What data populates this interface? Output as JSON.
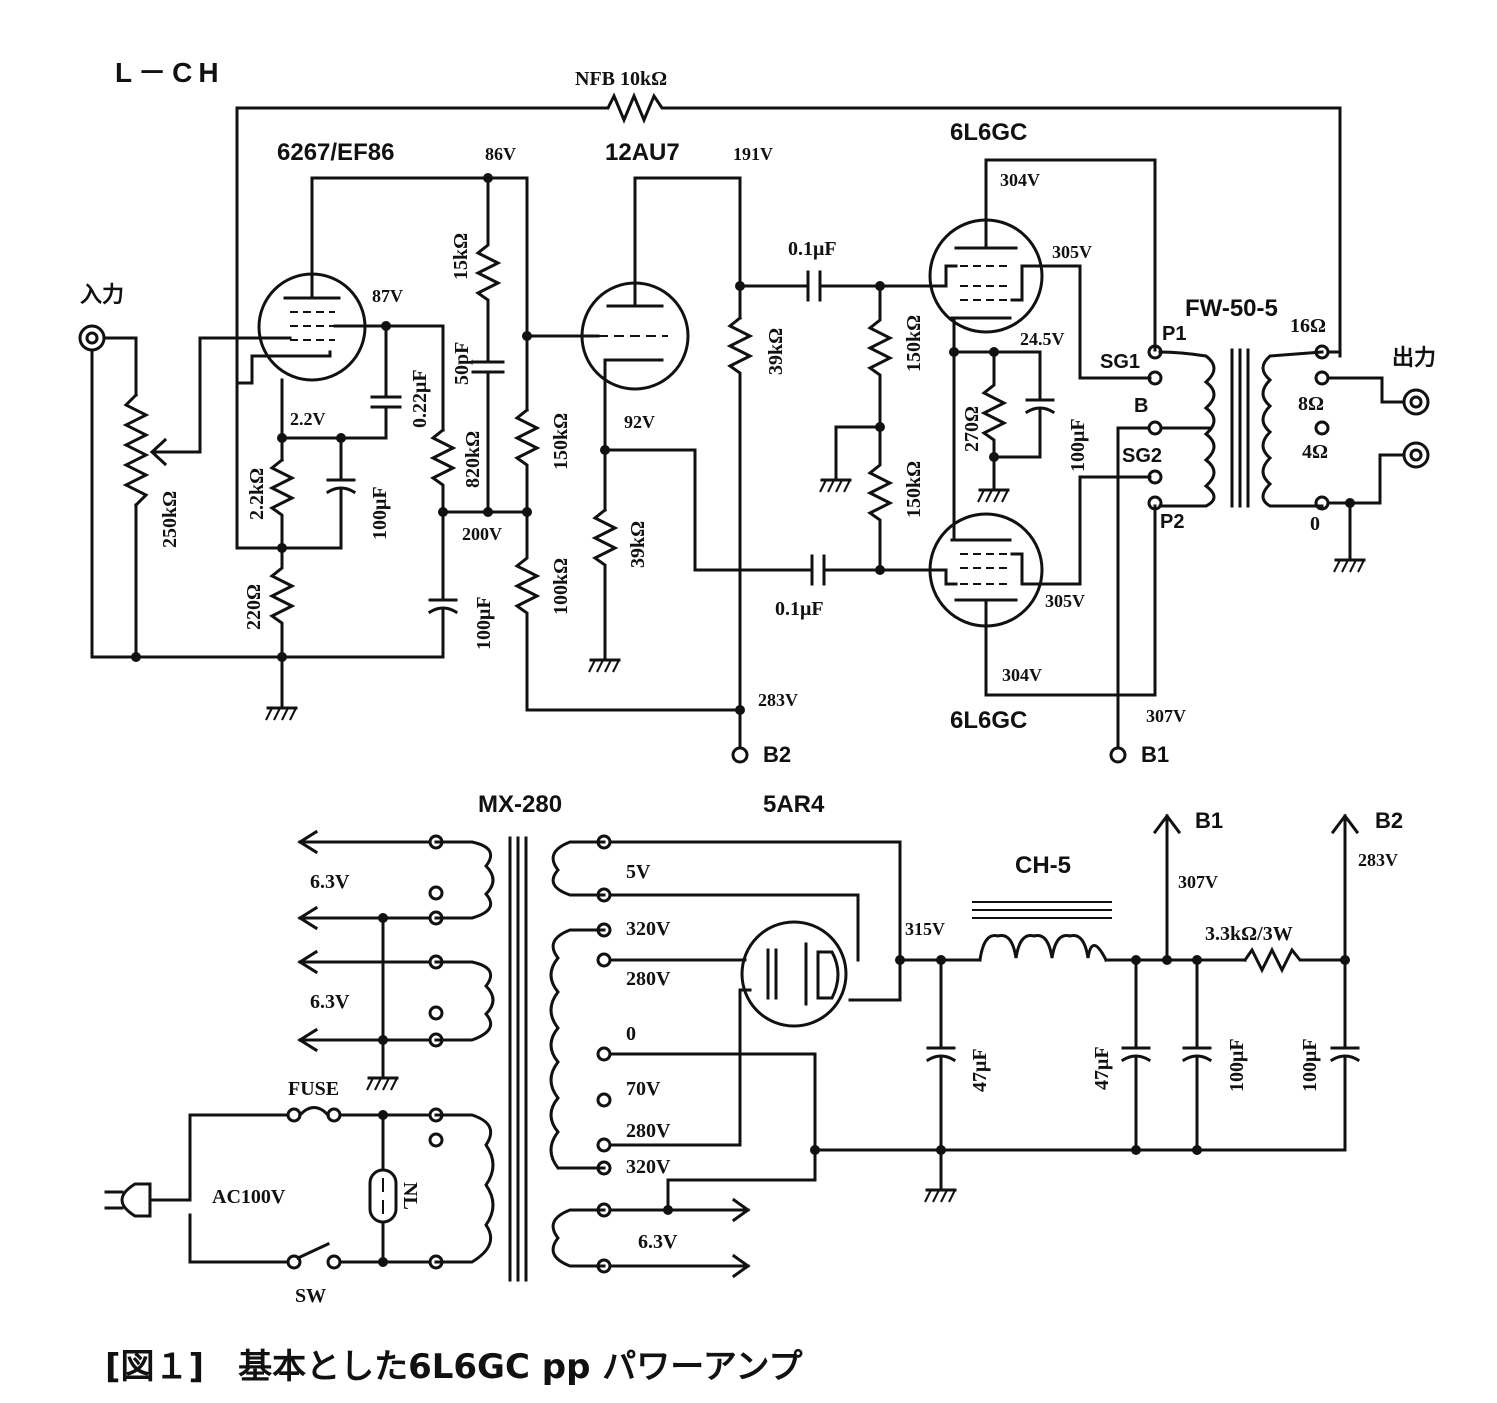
{
  "diagram": {
    "channel_label": "L－CH",
    "caption": "[図１]　基本とした6L6GC pp パワーアンプ",
    "tubes": {
      "v1": "6267/EF86",
      "v2": "12AU7",
      "v3a": "6L6GC",
      "v3b": "6L6GC",
      "rect": "5AR4"
    },
    "transformers": {
      "output": "FW-50-5",
      "power": "MX-280",
      "choke": "CH-5"
    },
    "components": {
      "nfb_label": "NFB 10kΩ",
      "r_vol": "250kΩ",
      "r_k1": "2.2kΩ",
      "r_k2": "220Ω",
      "c_k1": "100μF",
      "c_sg": "0.22μF",
      "r_15k": "15kΩ",
      "c_50p": "50pF",
      "r_820k": "820kΩ",
      "r_150k_a": "150kΩ",
      "r_100k": "100kΩ",
      "c_dec": "100μF",
      "r_39k_p": "39kΩ",
      "r_39k_k": "39kΩ",
      "c_c1": "0.1μF",
      "c_c2": "0.1μF",
      "r_g1": "150kΩ",
      "r_g2": "150kΩ",
      "r_k3": "270Ω",
      "c_k3": "100μF",
      "c_f1": "47μF",
      "c_f2": "47μF",
      "r_drop": "3.3kΩ/3W",
      "c_f3": "100μF",
      "c_f4": "100μF"
    },
    "voltages": {
      "v86": "86V",
      "v191": "191V",
      "v87": "87V",
      "v2_2": "2.2V",
      "v200": "200V",
      "v92": "92V",
      "v283": "283V",
      "v304a": "304V",
      "v305a": "305V",
      "v24_5": "24.5V",
      "v305b": "305V",
      "v304b": "304V",
      "v307": "307V",
      "v315": "315V",
      "v307b": "307V",
      "v283b": "283V"
    },
    "terminals": {
      "input": "入力",
      "output": "出力",
      "b1": "B1",
      "b2": "B2",
      "b1_top": "B1",
      "b2_top": "B2",
      "ot_p1": "P1",
      "ot_sg1": "SG1",
      "ot_b": "B",
      "ot_sg2": "SG2",
      "ot_p2": "P2",
      "ot_16": "16Ω",
      "ot_8": "8Ω",
      "ot_4": "4Ω",
      "ot_0": "0"
    },
    "power": {
      "h1": "6.3V",
      "h2": "6.3V",
      "t5v": "5V",
      "t320a": "320V",
      "t280a": "280V",
      "t0": "0",
      "t70": "70V",
      "t280b": "280V",
      "t320b": "320V",
      "t63c": "6.3V",
      "fuse": "FUSE",
      "ac": "AC100V",
      "nl": "NL",
      "sw": "SW"
    }
  }
}
